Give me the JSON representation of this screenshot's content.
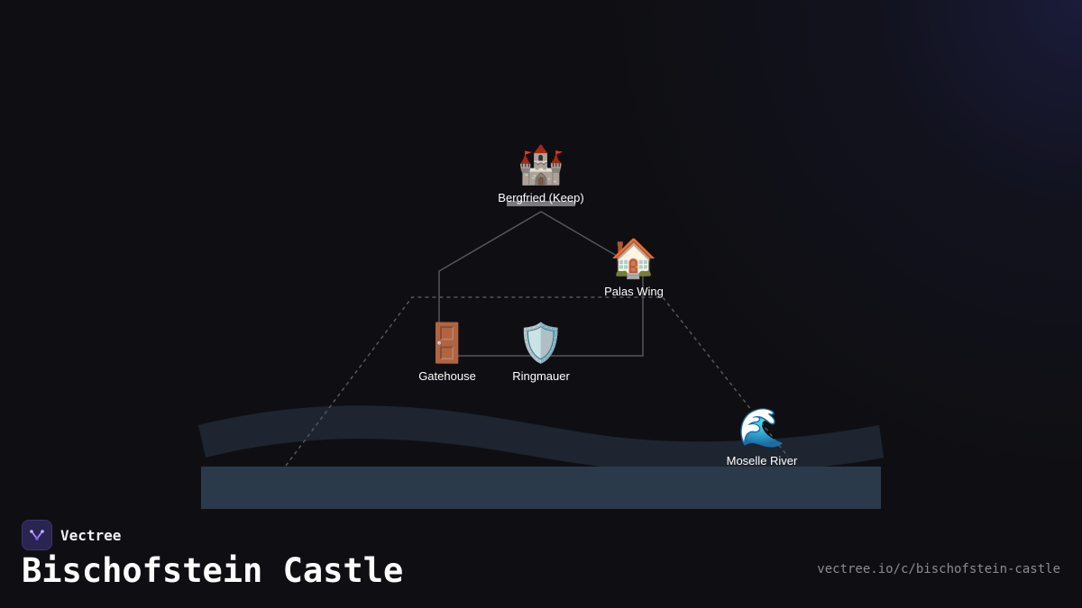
{
  "brand": {
    "name": "Vectree"
  },
  "title": "Bischofstein Castle",
  "url": "vectree.io/c/bischofstein-castle",
  "colors": {
    "background": "#0f0f13",
    "river": "#1e2530",
    "wall_band": "#2b3a4b",
    "line": "#55555c",
    "accent": "#8b5cf6"
  },
  "nodes": [
    {
      "id": "keep",
      "label": "Bergfried (Keep)",
      "emoji": "🏰",
      "icon": "castle-icon"
    },
    {
      "id": "palas",
      "label": "Palas Wing",
      "emoji": "🏠",
      "icon": "house-icon"
    },
    {
      "id": "gate",
      "label": "Gatehouse",
      "emoji": "🚪",
      "icon": "door-icon"
    },
    {
      "id": "ring",
      "label": "Ringmauer",
      "emoji": "🛡️",
      "icon": "shield-icon"
    },
    {
      "id": "river",
      "label": "Moselle River",
      "emoji": "🌊",
      "icon": "wave-icon"
    }
  ]
}
